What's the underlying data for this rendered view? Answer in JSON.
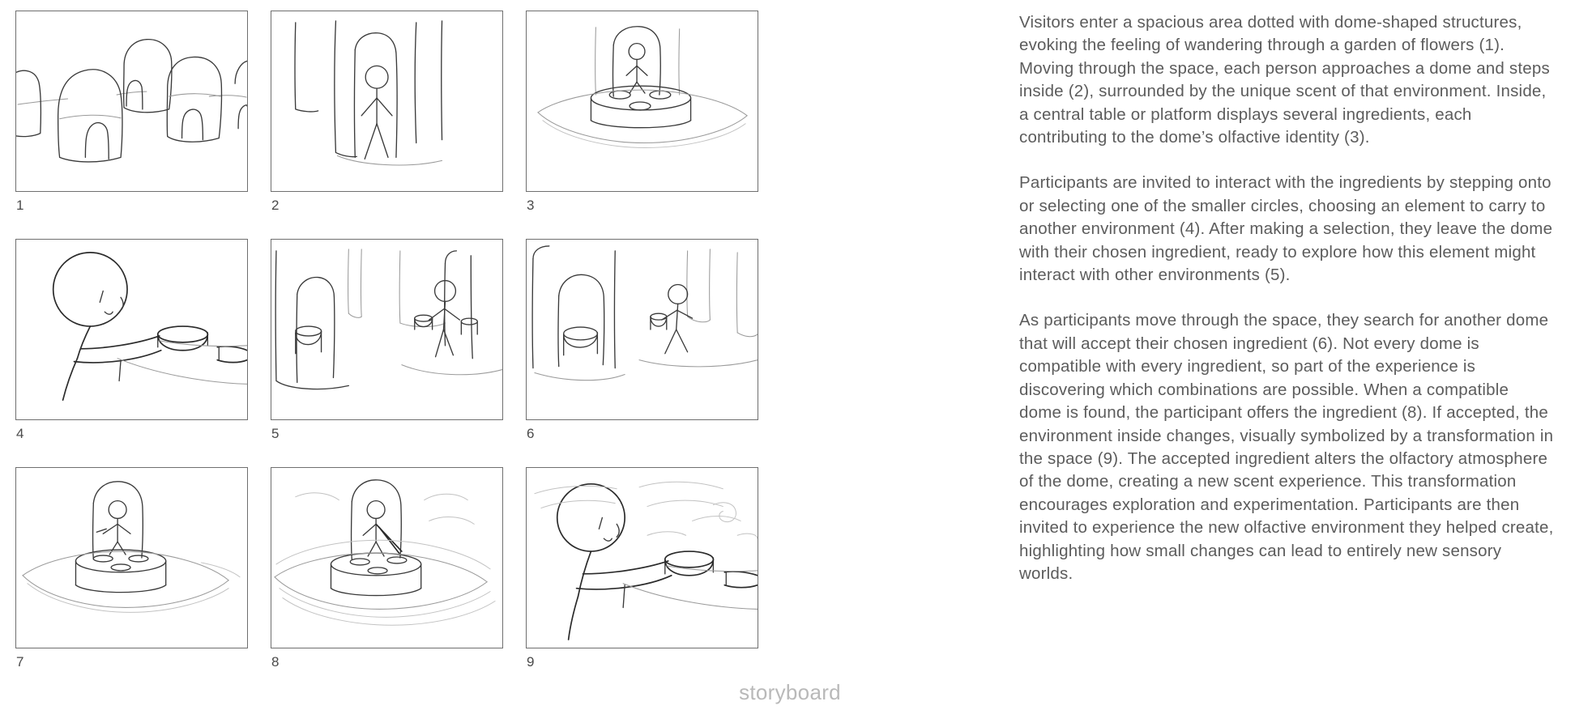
{
  "caption": "storyboard",
  "panels": [
    {
      "number": "1",
      "scene": "Exterior field of dome-shaped structures with arched doorways on a horizon line"
    },
    {
      "number": "2",
      "scene": "Stick figure standing at the arched entrance between dome walls"
    },
    {
      "number": "3",
      "scene": "Figure inside a dome behind a round central platform holding several ingredient discs"
    },
    {
      "number": "4",
      "scene": "Close-up of a person's head and arms reaching toward ingredient discs on the table"
    },
    {
      "number": "5",
      "scene": "Figure leaving a dome carrying a cylindrical ingredient, other domes nearby"
    },
    {
      "number": "6",
      "scene": "Figure walking across the space toward another dome, holding the ingredient"
    },
    {
      "number": "7",
      "scene": "Figure inside a dome standing at the central platform with ingredient discs"
    },
    {
      "number": "8",
      "scene": "Figure offering the ingredient onto the platform, ripples spreading across the floor"
    },
    {
      "number": "9",
      "scene": "Close-up of the person at the table as scented vapour swirls fill the transformed dome"
    }
  ],
  "paragraphs": [
    "Visitors enter a spacious area dotted with dome-shaped structures, evoking the feeling of wandering through a garden of flowers (1). Moving through the space, each person approaches a dome and steps inside (2), surrounded by the unique scent of that environment. Inside, a central table or platform displays several ingredients, each contributing to the dome’s olfactive identity (3).",
    "Participants are invited to interact with the ingredients by stepping onto or selecting one of the smaller circles, choosing an element to carry to another environment (4). After making a selection, they leave the dome with their chosen ingredient, ready to explore how this element might interact with other environments (5).",
    "As participants move through the space, they search for another dome that will accept their chosen ingredient (6). Not every dome is compatible with every ingredient, so part of the experience is discovering which combinations are possible. When a compatible dome is found, the participant offers the ingredient (8). If accepted, the environment inside changes, visually symbolized by a transformation in the space (9).\nThe accepted ingredient alters the olfactory atmosphere of the dome, creating a new scent experience. This transformation encourages exploration and experimentation. Participants are then invited to experience the new olfactive environment they helped create, highlighting how small changes can lead to entirely new sensory worlds."
  ],
  "colors": {
    "background": "#ffffff",
    "frame_border": "#6f6f6f",
    "sketch_ink": "#3a3a3a",
    "body_text": "#5c5c5c",
    "caption_text": "#b9b9b9",
    "label_text": "#4a4a4a"
  }
}
